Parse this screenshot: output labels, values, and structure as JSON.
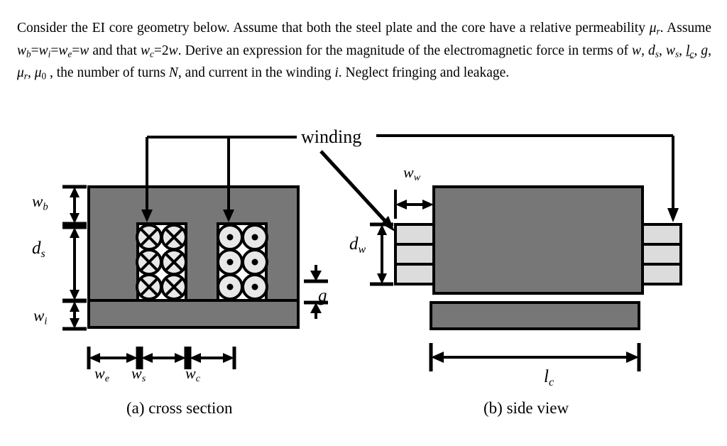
{
  "problem": {
    "line1_a": "Consider the EI core geometry below. Assume that both the steel plate and the core have",
    "line2_a": "a relative permeability ",
    "line2_mu": "μ",
    "line2_mu_sub": "r",
    "line2_b": ".  Assume ",
    "line2_w1": "w",
    "line2_w1_sub": "b",
    "line2_eq1": "=",
    "line2_w2": "w",
    "line2_w2_sub": "i",
    "line2_eq2": "=",
    "line2_w3": "w",
    "line2_w3_sub": "e",
    "line2_eq3": "=",
    "line2_w4": "w",
    "line2_c": " and that ",
    "line2_w5": "w",
    "line2_w5_sub": "c",
    "line2_d": "=2",
    "line2_w6": "w",
    "line2_e": ". Derive an expression",
    "line3_a": "for the magnitude of the electromagnetic force in terms of ",
    "line3_terms": "w, d",
    "line4_a": "number of turns ",
    "line4_N": "N",
    "line4_b": ", and current in the winding ",
    "line4_i": "i",
    "line4_c": ". Neglect fringing and leakage.",
    "full_text": "Consider the EI core geometry below. Assume that both the steel plate and the core have a relative permeability μr.  Assume wb=wi=we=w and that wc=2w. Derive an expression for the magnitude of the electromagnetic force in terms of w, ds, ws, lc, g, μr, μ0 , the number of turns N, and current in the winding i. Neglect fringing and leakage."
  },
  "figure": {
    "winding_label": "winding",
    "caption_a": "(a) cross section",
    "caption_b": "(b) side view",
    "labels": {
      "wb": {
        "base": "w",
        "sub": "b"
      },
      "ds": {
        "base": "d",
        "sub": "s"
      },
      "wi": {
        "base": "w",
        "sub": "i"
      },
      "we": {
        "base": "w",
        "sub": "e"
      },
      "ws": {
        "base": "w",
        "sub": "s"
      },
      "wc": {
        "base": "w",
        "sub": "c"
      },
      "g": {
        "base": "g",
        "sub": ""
      },
      "ww": {
        "base": "w",
        "sub": "w"
      },
      "dw": {
        "base": "d",
        "sub": "w"
      },
      "lc": {
        "base": "l",
        "sub": "c"
      }
    },
    "coils": {
      "left_symbol": "cross",
      "right_symbol": "dot",
      "rows": 3,
      "cols": 2,
      "left_meaning": "current-into-page",
      "right_meaning": "current-out-of-page"
    },
    "side_view_winding_blocks": 3
  },
  "colors": {
    "core_fill": "#777777",
    "winding_block_fill": "#dcdcdc",
    "coil_fill": "#e8e8e8",
    "stroke": "#000000",
    "background": "#ffffff"
  }
}
